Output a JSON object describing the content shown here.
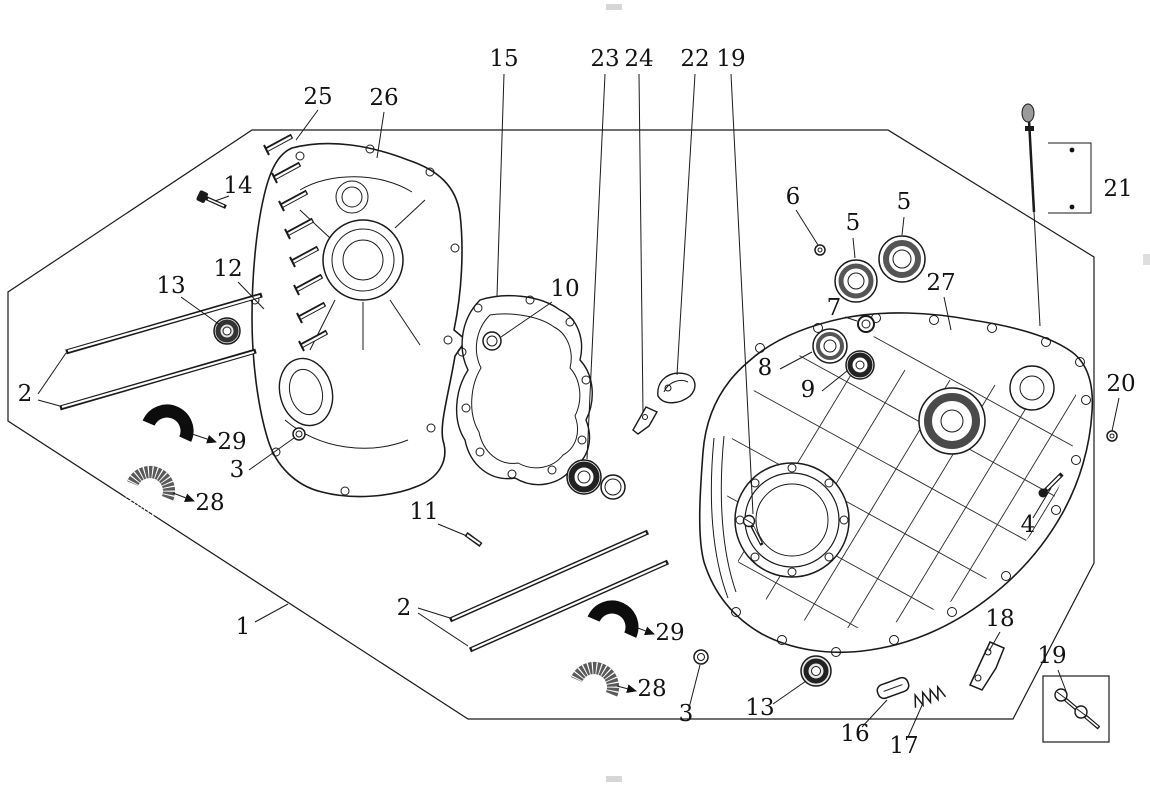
{
  "diagram": {
    "colors": {
      "background": "#ffffff",
      "line": "#1a1a1a",
      "shell_dark": "#0d0d0d",
      "shell_mid": "#5a5a5a"
    },
    "callouts": [
      {
        "label": "25"
      },
      {
        "label": "26"
      },
      {
        "label": "15"
      },
      {
        "label": "23"
      },
      {
        "label": "24"
      },
      {
        "label": "22"
      },
      {
        "label": "19"
      },
      {
        "label": "14"
      },
      {
        "label": "6"
      },
      {
        "label": "5"
      },
      {
        "label": "5"
      },
      {
        "label": "21"
      },
      {
        "label": "13"
      },
      {
        "label": "12"
      },
      {
        "label": "10"
      },
      {
        "label": "27"
      },
      {
        "label": "7"
      },
      {
        "label": "8"
      },
      {
        "label": "9"
      },
      {
        "label": "2"
      },
      {
        "label": "20"
      },
      {
        "label": "29"
      },
      {
        "label": "3"
      },
      {
        "label": "28"
      },
      {
        "label": "11"
      },
      {
        "label": "4"
      },
      {
        "label": "2"
      },
      {
        "label": "1"
      },
      {
        "label": "29"
      },
      {
        "label": "18"
      },
      {
        "label": "19"
      },
      {
        "label": "28"
      },
      {
        "label": "3"
      },
      {
        "label": "13"
      },
      {
        "label": "16"
      },
      {
        "label": "17"
      }
    ]
  }
}
